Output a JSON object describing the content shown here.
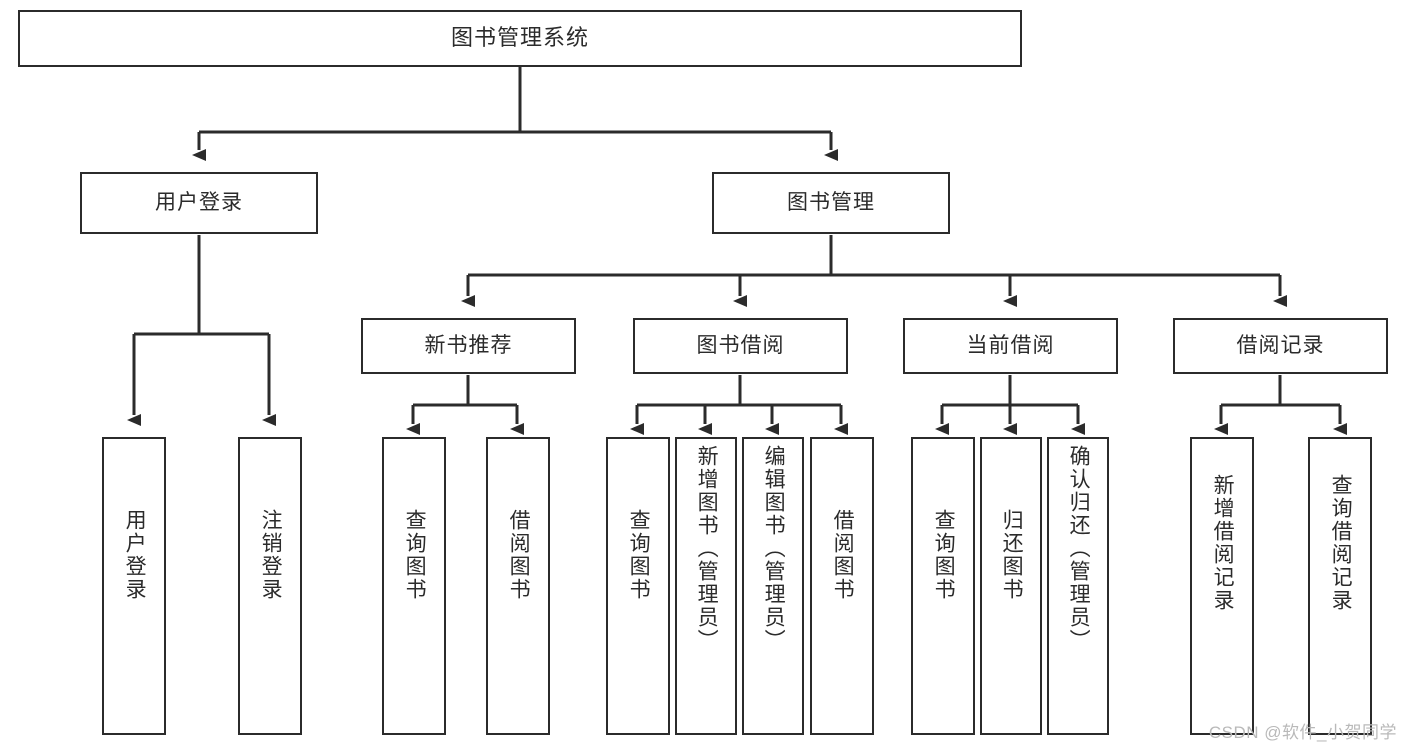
{
  "diagram": {
    "title": "图书管理系统",
    "type": "tree-hierarchy-chart",
    "colors": {
      "stroke": "#2b2b2b",
      "fill": "#ffffff",
      "text": "#2b2b2b",
      "watermark": "#b9b9b9"
    },
    "root": {
      "label": "图书管理系统"
    },
    "level2": [
      {
        "label": "用户登录"
      },
      {
        "label": "图书管理"
      }
    ],
    "level3": [
      {
        "label": "新书推荐"
      },
      {
        "label": "图书借阅"
      },
      {
        "label": "当前借阅"
      },
      {
        "label": "借阅记录"
      }
    ],
    "leaves": {
      "user_login": [
        {
          "label": "用户登录"
        },
        {
          "label": "注销登录"
        }
      ],
      "new_book_recommend": [
        {
          "label": "查询图书"
        },
        {
          "label": "借阅图书"
        }
      ],
      "book_borrow": [
        {
          "label": "查询图书"
        },
        {
          "label": "新增图书（管理员）"
        },
        {
          "label": "编辑图书（管理员）"
        },
        {
          "label": "借阅图书"
        }
      ],
      "current_borrow": [
        {
          "label": "查询图书"
        },
        {
          "label": "归还图书"
        },
        {
          "label": "确认归还（管理员）"
        }
      ],
      "borrow_record": [
        {
          "label": "新增借阅记录"
        },
        {
          "label": "查询借阅记录"
        }
      ]
    }
  },
  "watermark": {
    "text": "CSDN @软件_小贺同学"
  }
}
